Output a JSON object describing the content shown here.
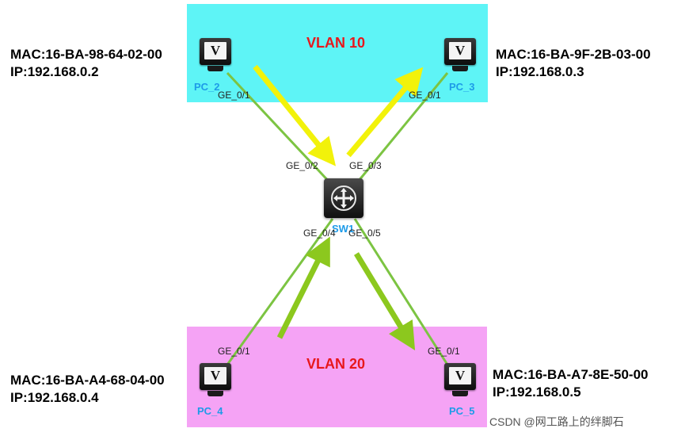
{
  "vlans": [
    {
      "title": "VLAN 10",
      "color": "#5ef4f6",
      "title_color": "#e8171c"
    },
    {
      "title": "VLAN 20",
      "color": "#f5a3f5",
      "title_color": "#e8171c"
    }
  ],
  "devices": {
    "pc2": {
      "name": "PC_2",
      "mac": "MAC:16-BA-98-64-02-00",
      "ip": "IP:192.168.0.2",
      "port": "GE_0/1"
    },
    "pc3": {
      "name": "PC_3",
      "mac": "MAC:16-BA-9F-2B-03-00",
      "ip": "IP:192.168.0.3",
      "port": "GE_0/1"
    },
    "pc4": {
      "name": "PC_4",
      "mac": "MAC:16-BA-A4-68-04-00",
      "ip": "IP:192.168.0.4",
      "port": "GE_0/1"
    },
    "pc5": {
      "name": "PC_5",
      "mac": "MAC:16-BA-A7-8E-50-00",
      "ip": "IP:192.168.0.5",
      "port": "GE_0/1"
    },
    "pc_icon_letter": "V",
    "switch": {
      "name": "SW1",
      "ports": {
        "p2": "GE_0/2",
        "p3": "GE_0/3",
        "p4": "GE_0/4",
        "p5": "GE_0/5"
      }
    }
  },
  "colors": {
    "device_label": "#1e9be8",
    "link": "#7cc442",
    "arrow_vlan10": "#f2f20a",
    "arrow_vlan20": "#8cc81e"
  },
  "icons": {
    "pc": "monitor-icon",
    "switch": "layer3-switch-icon"
  },
  "watermark": "CSDN @网工路上的绊脚石"
}
